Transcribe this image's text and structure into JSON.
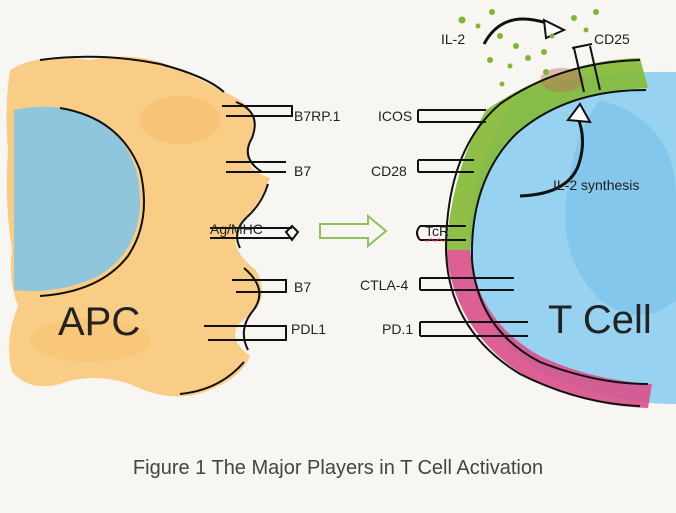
{
  "labels": {
    "apc": "APC",
    "t_cell": "T Cell",
    "il2": "IL-2",
    "cd25": "CD25",
    "il2_synthesis": "IL-2 synthesis",
    "caption": "Figure 1 The Major Players in T Cell Activation"
  },
  "apc_molecules": [
    "B7RP.1",
    "B7",
    "Ag/MHC",
    "B7",
    "PDL1"
  ],
  "tcell_molecules": [
    "ICOS",
    "CD28",
    "TcR",
    "CTLA-4",
    "PD.1"
  ],
  "colors": {
    "apc_fill": "#f9c97a",
    "nucleus_fill": "#7cc4ea",
    "tcell_fill": "#8ccff0",
    "membrane_green": "#84b935",
    "membrane_pink": "#d9508b",
    "il2_dots": "#82b632",
    "arrow_outline": "#8fc15a",
    "ink": "#111111"
  },
  "icons": [
    "paired-receptor-bracket",
    "double-headed-arrow",
    "curved-feedback-arrow"
  ]
}
